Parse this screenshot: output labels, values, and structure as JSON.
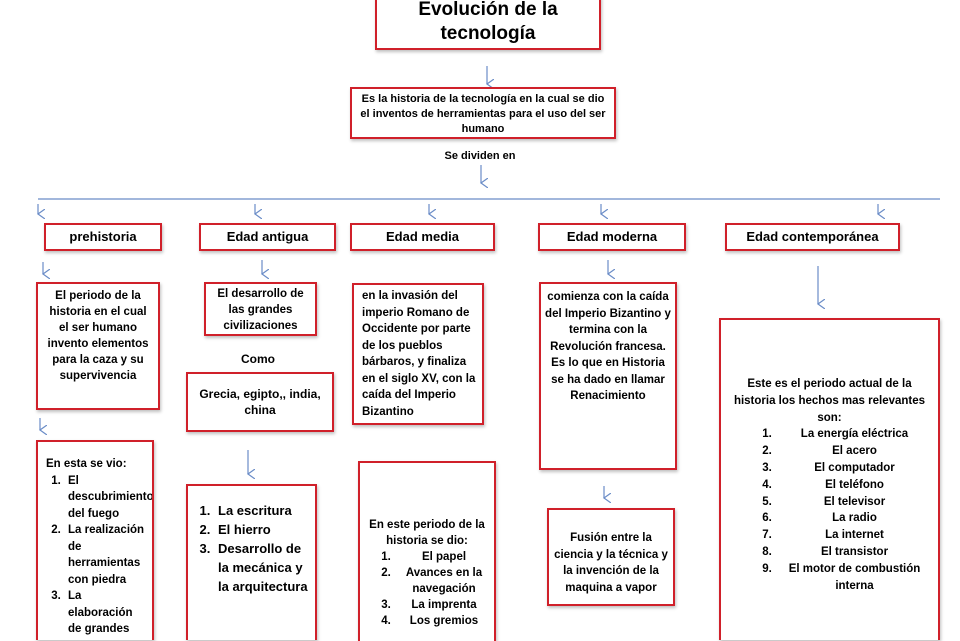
{
  "title": "Evolución de la tecnología",
  "definition": "Es la historia de la tecnología en la cual se dio el inventos de herramientas para el uso del ser humano",
  "divide_label": "Se dividen en",
  "colors": {
    "border": "#d0202a",
    "arrow": "#6a8cc7"
  },
  "eras": [
    {
      "name": "prehistoria",
      "desc": "El periodo de la historia en el cual el ser humano invento elementos para la caza y su supervivencia",
      "list_intro": "En esta se vio:",
      "items": [
        "El descubrimiento del fuego",
        "La realización de herramientas con piedra",
        "La elaboración de grandes"
      ]
    },
    {
      "name": "Edad antigua",
      "desc": "El desarrollo de las grandes civilizaciones",
      "connector": "Como",
      "examples": "Grecia, egipto,, india, china",
      "items": [
        "La escritura",
        "El hierro",
        "Desarrollo de la mecánica y la arquitectura"
      ]
    },
    {
      "name": "Edad media",
      "desc": "en la invasión del imperio Romano de Occidente por parte de los pueblos bárbaros, y finaliza en el siglo XV, con la caída del Imperio Bizantino",
      "list_intro": "En este periodo de la historia se dio:",
      "items": [
        "El papel",
        "Avances en la navegación",
        "La imprenta",
        "Los gremios"
      ]
    },
    {
      "name": "Edad moderna",
      "desc": "comienza con la caída del Imperio Bizantino y termina con la Revolución francesa. Es lo que en Historia se ha dado en llamar Renacimiento",
      "note": "Fusión entre la ciencia y la técnica y la invención de la maquina a vapor"
    },
    {
      "name": "Edad contemporánea",
      "list_intro": "Este es el periodo actual de la historia los hechos mas relevantes son:",
      "items": [
        "La energía eléctrica",
        "El acero",
        "El computador",
        "El teléfono",
        "El televisor",
        "La radio",
        "La internet",
        "El transistor",
        "El motor de combustión interna"
      ]
    }
  ]
}
